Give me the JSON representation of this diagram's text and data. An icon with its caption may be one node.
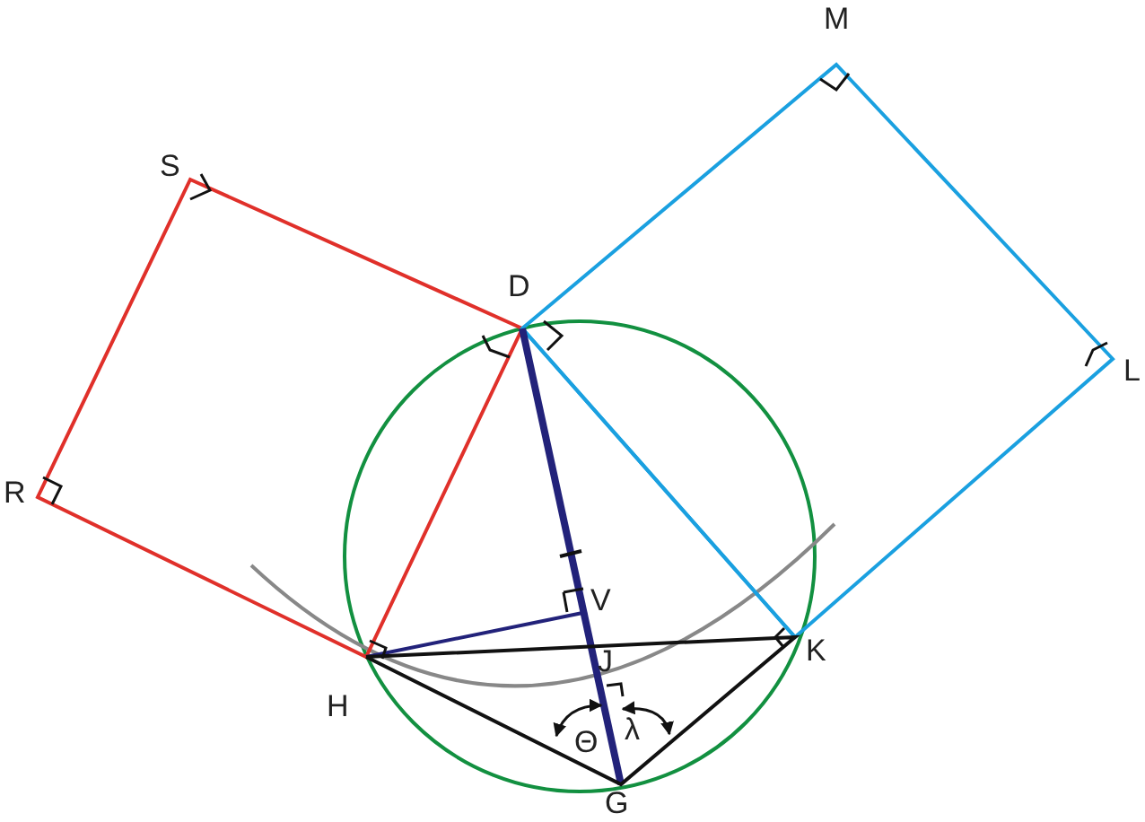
{
  "diagram": {
    "labels": [
      "M",
      "S",
      "D",
      "L",
      "R",
      "V",
      "H",
      "J",
      "K",
      "Θ",
      "λ",
      "G"
    ]
  }
}
